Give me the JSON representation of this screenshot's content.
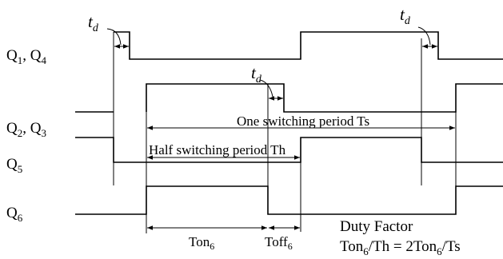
{
  "labels": {
    "q1q4_base": "Q",
    "q1_sub": "1",
    "q1q4_sep": ",  Q",
    "q4_sub": "4",
    "q2q3_base": "Q",
    "q2_sub": "2",
    "q2q3_sep": ",  Q",
    "q3_sub": "3",
    "q5_base": "Q",
    "q5_sub": "5",
    "q6_base": "Q",
    "q6_sub": "6",
    "td_base": "t",
    "td_sub": "d",
    "one_period": "One  switching  period  Ts",
    "half_period": "Half  switching  period  Th",
    "ton_base": "Ton",
    "ton_sub": "6",
    "toff_base": "Toff",
    "toff_sub": "6",
    "duty_title": "Duty Factor",
    "duty_a": "Ton",
    "duty_a_sub": "6",
    "duty_b": "/Th  =  2Ton",
    "duty_b_sub": "6",
    "duty_c": "/Ts"
  }
}
